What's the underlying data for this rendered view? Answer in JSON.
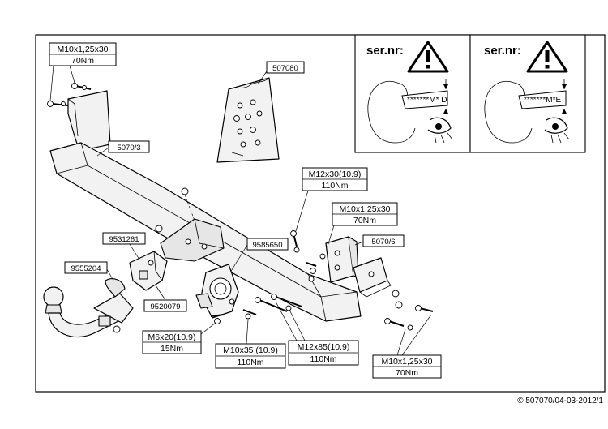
{
  "frame": {
    "footer": "© 507070/04-03-2012/1"
  },
  "torque_labels": {
    "top_left": {
      "spec": "M10x1,25x30",
      "torque": "70Nm"
    },
    "m12x30": {
      "spec": "M12x30(10.9)",
      "torque": "110Nm"
    },
    "m10_mid": {
      "spec": "M10x1,25x30",
      "torque": "70Nm"
    },
    "m6x20": {
      "spec": "M6x20(10.9)",
      "torque": "15Nm"
    },
    "m10x35": {
      "spec": "M10x35 (10.9)",
      "torque": "110Nm"
    },
    "m12x85": {
      "spec": "M12x85(10.9)",
      "torque": "110Nm"
    },
    "bottom_right": {
      "spec": "M10x1,25x30",
      "torque": "70Nm"
    }
  },
  "part_numbers": {
    "bag": "507080",
    "crossbar": "5070/3",
    "bracket": "5070/6",
    "bracket_small": "9531261",
    "plate": "9585650",
    "ball": "9555204",
    "socket_plate": "9520079"
  },
  "serial_panels": [
    {
      "title": "ser.nr:",
      "code": "*******M* D"
    },
    {
      "title": "ser.nr:",
      "code": "*******M*E"
    }
  ],
  "icons": [
    "warning-triangle-icon",
    "eye-icon"
  ]
}
